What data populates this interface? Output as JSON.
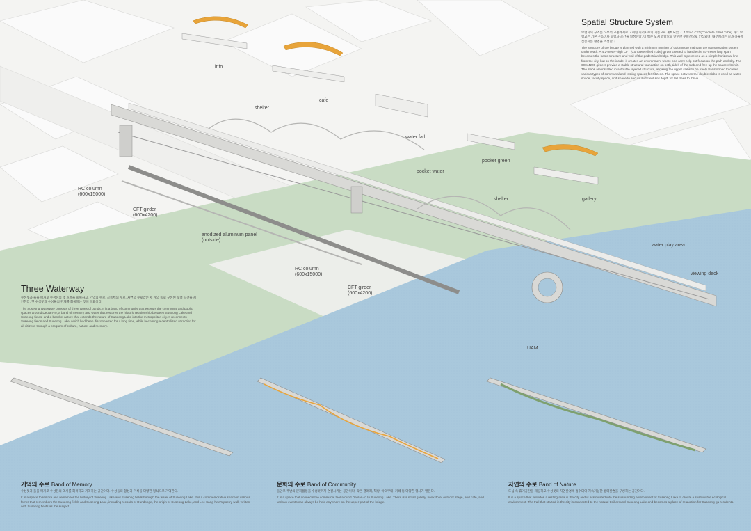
{
  "spatial": {
    "title": "Spatial Structure System",
    "kr": "보행자의 구조는 하부의 교통체계로 고려된 최저치수의 기둥으로 계획되었다. 4.2m의 CFT(Concrete Filled Tube) 거더 보행교는 기본 구조이자 보행자 공간을 형성한다. 이 벽은 도시 방향으로 단순한 수평선으로 인식되며, 내부에서는 길과 하늘에 집중하는 환경을 조성한다.",
    "en": "The structure of the bridge is planned with a minimum number of columns to maintain the transportation system underneath. A 4.2-meter-high CFT (Concrete Filled Tube) girder created to handle the 87-meter long span becomes the basic structure and wall of the pedestrian bridge. This wall is perceived as a simple horizontal line from the city, but on the inside, it creates an environment where one can't help but focus on the path and sky. The 600x4200 girders provide a stable structural foundation on both sides of the slab and free up the space within it. The slabs are installed in a double layered structure, allowing the upper slabs to be freely transformed to create various types of communal and resting spaces for citizens. The space between the double slabs is used as water space, facility space, and space to secure sufficient soil depth for tall trees to thrive."
  },
  "three": {
    "title": "Three Waterway",
    "kr": "수성못과 들을 매개로 수성천의 옛 흐름을 회복하고, 기억의 수로, 공동체의 수로, 자연의 수로라는 세 개의 띠로 구성된 보행 공간을 제안한다. 옛 수성못과 수성들의 관계를 회복하는 것이 목표이다.",
    "en": "The Suseong Waterway consists of three types of bands. It is a band of community that extends the communal and public spaces around Deulan-ro, a band of memory and water that restores the historic relationship between Suseong Lake and Suseong fields, and a band of nature that extends the nature of Suseong Lake into the metropolitan city. It reconnects Suseong fields and Suseong Lake, which had been disconnected for a long time, while becoming a centralized attraction for all citizens through a program of culture, nature, and memory."
  },
  "bands": [
    {
      "kr": "기억의 수로",
      "en": "Band of Memory",
      "kr_desc": "수성못과 들을 매개로 수성천의 역사를 회복하고 기억하는 공간이다. 수성들의 형성과 기록을 다양한 형식으로 기억한다.",
      "en_desc": "It is a space to restore and remember the history of Suseong Lake and Suseong fields through the water of Suseong Lake. It is a commemorative space in various forms that remembers the Suseong fields and Suseong Lake, including records of Dundonge, the origin of Suseong Lake, and Lee Sang-hwa's poetry wall, written with Suseong fields as the subject."
    },
    {
      "kr": "문화의 수로",
      "en": "Band of Community",
      "kr_desc": "들안로 주변의 문화활동을 수성못까지 연결시키는 공간이다. 작은 갤러리, 책방, 야외무대, 카페 등 다양한 행사가 열린다.",
      "en_desc": "It is a space that connects the communal feel around Deulan-ro to Suseong Lake. There is a small gallery, bookstore, outdoor stage, and cafe, and various events can always be held anywhere on the upper part of the bridge."
    },
    {
      "kr": "자연의 수로",
      "en": "Band of Nature",
      "kr_desc": "도심 속 휴게공간을 제공하고 수성못의 자연환경에 흡수되어 지속가능한 생태환경을 구성하는 공간이다.",
      "en_desc": "It is a space that provides a resting area in the city and is assimilated into the surrounding environment of Suseong Lake to create a sustainable ecological environment. The trail that started in the city is connected to the natural trail around Suseong Lake and becomes a place of relaxation for Suseong-gu residents."
    }
  ],
  "labels": {
    "info": "info",
    "shelter": "shelter",
    "cafe": "cafe",
    "water_fall": "water fall",
    "pocket_water": "pocket water",
    "pocket_green": "pocket green",
    "shelter2": "shelter",
    "gallery": "gallery",
    "rc_column_1": "RC column\n(600x15000)",
    "cft_girder_1": "CFT girder\n(600x4200)",
    "anodized": "anodized aluminum panel\n(outside)",
    "rc_column_2": "RC column\n(600x15000)",
    "cft_girder_2": "CFT girder\n(600x4200)",
    "water_play": "water play area",
    "viewing_deck": "viewing deck",
    "uam": "UAM"
  },
  "colors": {
    "water": "#a9c8dc",
    "green": "#c9dcc4",
    "bridge": "#d9d9d6",
    "accent": "#e8a43a",
    "paper": "#f4f4f2"
  }
}
